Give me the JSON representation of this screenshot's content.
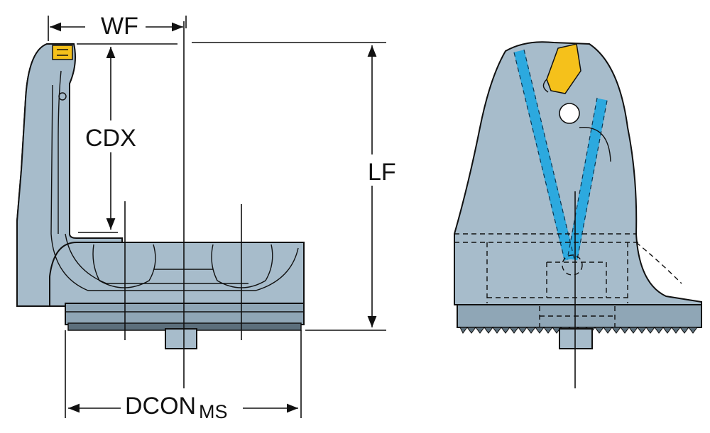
{
  "dimensions": {
    "wf": "WF",
    "cdx": "CDX",
    "lf": "LF",
    "dcon_main": "DCON",
    "dcon_sub": "MS"
  },
  "colors": {
    "body": "#a7bccb",
    "coolant": "#2ca9df",
    "insert": "#f5c11b",
    "line": "#111111"
  }
}
